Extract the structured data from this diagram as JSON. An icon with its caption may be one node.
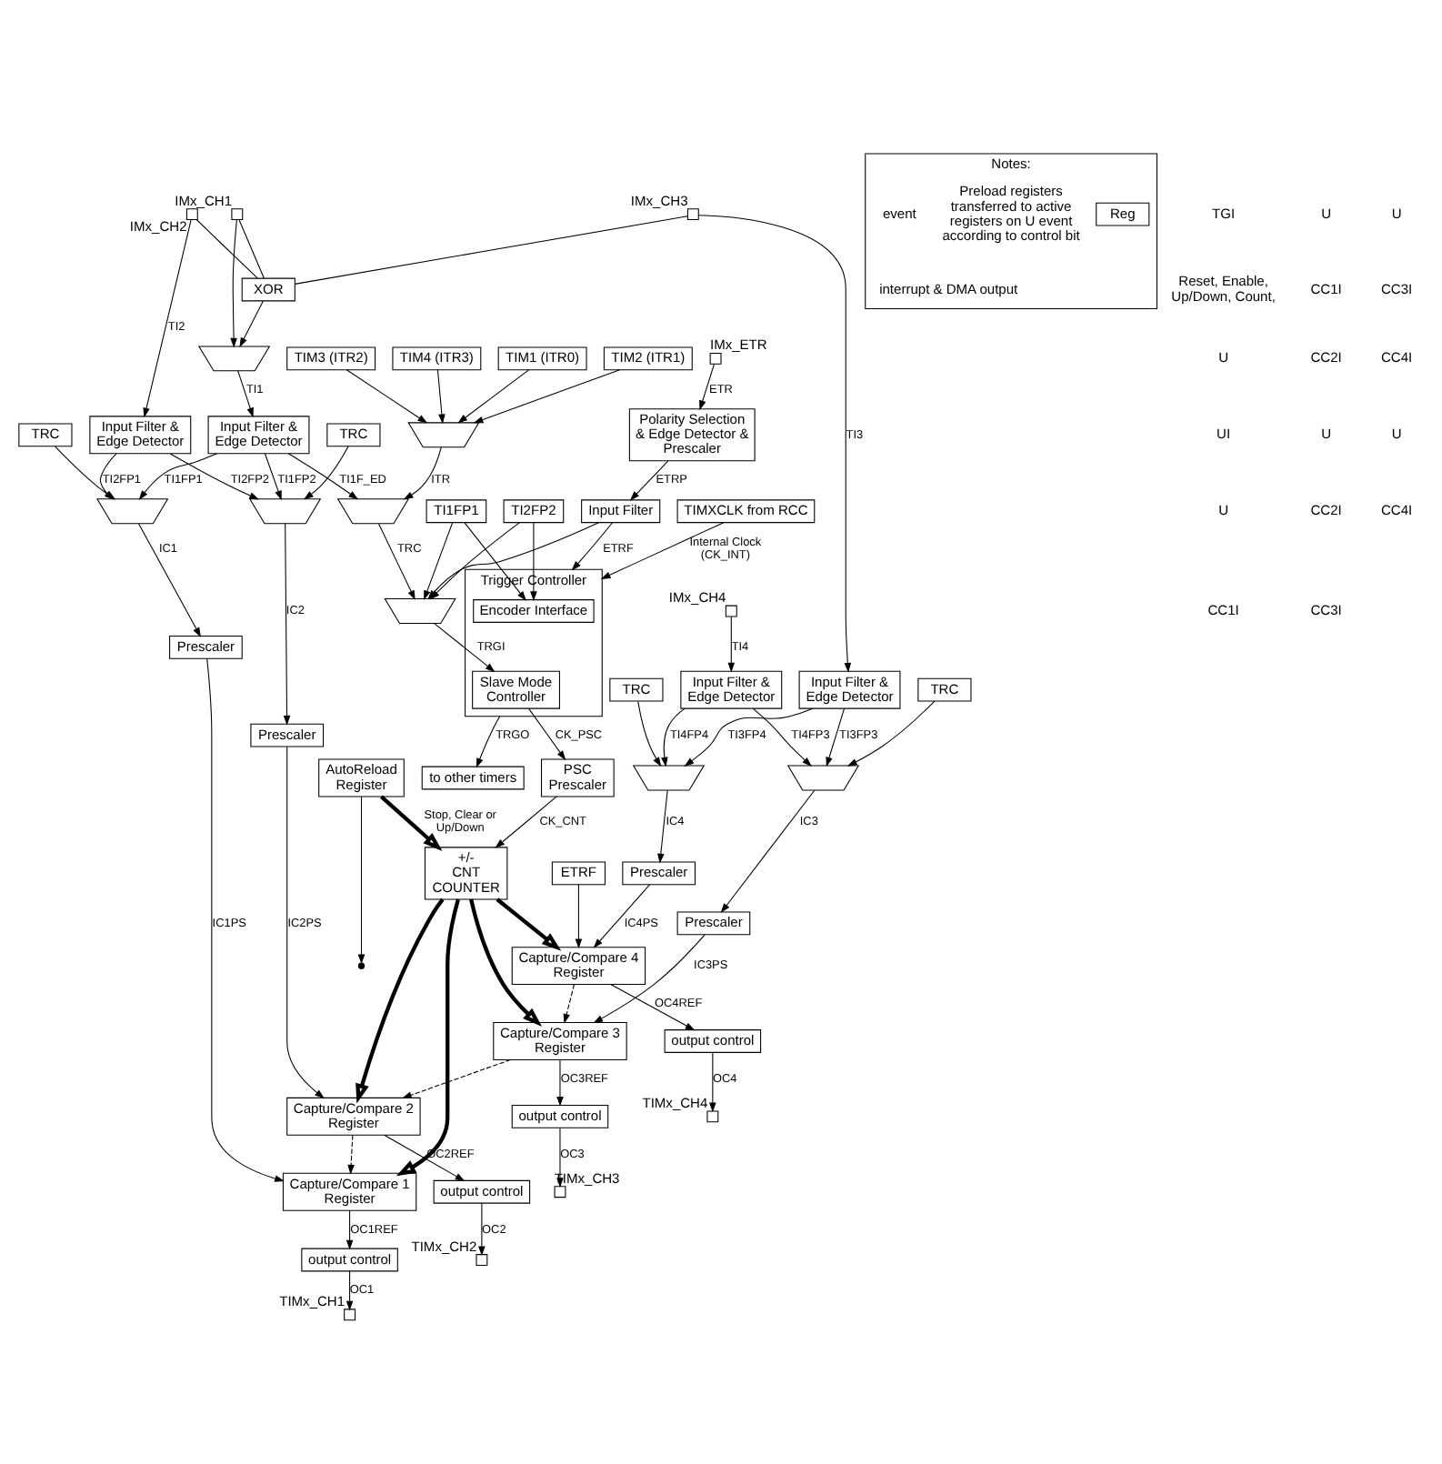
{
  "diagram": {
    "nodes": [
      {
        "text": [
          "TIMXCLK from RCC"
        ]
      },
      {
        "text": [],
        "shape": "box",
        "beside": [
          "IMx_ETR"
        ]
      },
      {
        "text": [
          "Polarity Selection & Edge Detector & Prescaler"
        ]
      },
      {
        "text": [
          "Input Filter"
        ]
      },
      {
        "text": [
          "TIM1 (ITR0)"
        ]
      },
      {
        "text": [
          "TIM2 (ITR1)"
        ]
      },
      {
        "text": [
          "TIM3 (ITR2)"
        ]
      },
      {
        "text": [
          "TIM4 (ITR3)"
        ]
      },
      {
        "text": [],
        "shape": "trapezoid"
      },
      {
        "text": [],
        "shape": "trapezoid"
      },
      {
        "text": [],
        "shape": "trapezoid"
      },
      {
        "text": [
          "Trigger Controller"
        ]
      },
      {
        "text": [
          "Slave Mode Controller"
        ],
        "in": 11
      },
      {
        "text": [
          "Encoder Interface"
        ],
        "in": 11
      },
      {
        "text": [
          "to other timers"
        ]
      },
      {
        "text": [
          "AutoReload Register"
        ]
      },
      {
        "text": [
          "PSC",
          "Prescaler"
        ]
      },
      {
        "text": [
          "+/-",
          "CNT",
          "COUNTER"
        ]
      },
      {
        "text": [
          "XOR"
        ]
      },
      {
        "text": [],
        "shape": "trapezoid"
      },
      {
        "text": [],
        "shape": "box",
        "beside": [
          "IMx_CH1"
        ]
      },
      {
        "text": [],
        "shape": "box",
        "beside": [
          "IMx_CH2"
        ]
      },
      {
        "text": [],
        "shape": "box",
        "beside": [
          "IMx_CH3"
        ]
      },
      {
        "text": [],
        "shape": "box",
        "beside": [
          "IMx_CH4"
        ]
      },
      {
        "text": [
          "Input Filter & Edge Detector"
        ]
      },
      {
        "text": [
          "Input Filter & Edge Detector"
        ]
      },
      {
        "text": [
          "Input Filter & Edge Detector"
        ]
      },
      {
        "text": [
          "Input Filter & Edge Detector"
        ]
      },
      {
        "text": [],
        "shape": "trapezoid"
      },
      {
        "text": [],
        "shape": "trapezoid"
      },
      {
        "text": [],
        "shape": "trapezoid"
      },
      {
        "text": [],
        "shape": "trapezoid"
      },
      {
        "text": [
          "Prescaler"
        ]
      },
      {
        "text": [
          "Prescaler"
        ]
      },
      {
        "text": [
          "Prescaler"
        ]
      },
      {
        "text": [
          "Prescaler"
        ]
      },
      {
        "text": [
          "Capture/Compare 1 Register"
        ]
      },
      {
        "text": [
          "Capture/Compare 2 Register"
        ]
      },
      {
        "text": [
          "Capture/Compare 3 Register"
        ]
      },
      {
        "text": [
          "Capture/Compare 4 Register"
        ]
      },
      {
        "text": [
          "output control"
        ]
      },
      {
        "text": [
          "output control"
        ]
      },
      {
        "text": [
          "output control"
        ]
      },
      {
        "text": [
          "output control"
        ]
      },
      {
        "text": [],
        "shape": "box",
        "beside": [
          "TIMx_CH1"
        ]
      },
      {
        "text": [],
        "shape": "box",
        "beside": [
          "TIMx_CH2"
        ]
      },
      {
        "text": [],
        "shape": "box",
        "beside": [
          "TIMx_CH3"
        ]
      },
      {
        "text": [],
        "shape": "box",
        "beside": [
          "TIMx_CH4"
        ]
      },
      {
        "text": [
          "Notes:"
        ]
      },
      {
        "text": [
          "Reg"
        ],
        "in": 48,
        "beside": [
          "Preload registers transferred to active registers on U event according to control bit"
        ]
      },
      {
        "text": [
          "TRC"
        ]
      },
      {
        "text": [
          "TRC"
        ]
      },
      {
        "text": [
          "TRC"
        ]
      },
      {
        "text": [
          "TRC"
        ]
      },
      {
        "text": [
          "TI1FP1"
        ]
      },
      {
        "text": [
          "TI2FP2"
        ]
      },
      {
        "text": [
          "ETRF"
        ]
      }
    ],
    "edges": [
      {
        "from": 0,
        "to": 11,
        "arrow": "to",
        "label": "Internal Clock (CK_INT)"
      },
      {
        "from": 1,
        "to": 2,
        "arrow": "to",
        "label": "ETR"
      },
      {
        "from": 2,
        "to": 3,
        "arrow": "to",
        "label": "ETRP"
      },
      {
        "from": 3,
        "to": 11,
        "arrow": "to",
        "label": "ETRF"
      },
      {
        "from": 3,
        "to": 10,
        "arrow": "to"
      },
      {
        "from": 4,
        "to": 8,
        "arrow": "to"
      },
      {
        "from": 5,
        "to": 8,
        "arrow": "to"
      },
      {
        "from": 6,
        "to": 8,
        "arrow": "to"
      },
      {
        "from": 7,
        "to": 8,
        "arrow": "to"
      },
      {
        "from": 8,
        "to": 9,
        "arrow": "to",
        "label": "ITR"
      },
      {
        "from": 24,
        "to": 9,
        "arrow": "to",
        "label": "TI1F_ED"
      },
      {
        "from": 9,
        "to": 10,
        "arrow": "to",
        "label": "TRC"
      },
      {
        "from": 10,
        "to": 12,
        "arrow": "to",
        "label": "TRGI"
      },
      {
        "from": 54,
        "to": 10,
        "arrow": "to"
      },
      {
        "from": 55,
        "to": 10,
        "arrow": "to"
      },
      {
        "from": 54,
        "to": 13,
        "arrow": "to"
      },
      {
        "from": 55,
        "to": 13,
        "arrow": "to"
      },
      {
        "from": 11,
        "to": 14,
        "arrow": "to",
        "label": "TRGO"
      },
      {
        "from": 12,
        "to": 16,
        "arrow": "to",
        "label": "CK_PSC"
      },
      {
        "from": 16,
        "to": 17,
        "arrow": "to",
        "label": "CK_CNT"
      },
      {
        "from": 15,
        "to": 17,
        "arrow": "to",
        "label": "Stop, Clear or Up/Down",
        "style": "thick"
      },
      {
        "from": 15,
        "to": null,
        "arrow": "to"
      },
      {
        "from": 17,
        "to": 36,
        "arrow": "to",
        "style": "thick"
      },
      {
        "from": 17,
        "to": 37,
        "arrow": "to",
        "style": "thick"
      },
      {
        "from": 17,
        "to": 38,
        "arrow": "to",
        "style": "thick"
      },
      {
        "from": 17,
        "to": 39,
        "arrow": "to",
        "style": "thick"
      },
      {
        "from": 37,
        "to": 36,
        "arrow": "to",
        "style": "dashed"
      },
      {
        "from": 38,
        "to": 37,
        "arrow": "to",
        "style": "dashed"
      },
      {
        "from": 39,
        "to": 38,
        "arrow": "to",
        "style": "dashed"
      },
      {
        "from": 56,
        "to": 39,
        "arrow": "to"
      },
      {
        "from": 20,
        "to": 18,
        "arrow": "none"
      },
      {
        "from": 21,
        "to": 18,
        "arrow": "none"
      },
      {
        "from": 22,
        "to": 18,
        "arrow": "none"
      },
      {
        "from": 18,
        "to": 19,
        "arrow": "to"
      },
      {
        "from": 20,
        "to": 19,
        "arrow": "to"
      },
      {
        "from": 19,
        "to": 24,
        "arrow": "to",
        "label": "TI1"
      },
      {
        "from": 21,
        "to": 25,
        "arrow": "to",
        "label": "TI2"
      },
      {
        "from": 22,
        "to": 26,
        "arrow": "to",
        "label": "TI3"
      },
      {
        "from": 23,
        "to": 27,
        "arrow": "to",
        "label": "TI4"
      },
      {
        "from": 24,
        "to": 28,
        "arrow": "to",
        "label": "TI1FP1"
      },
      {
        "from": 24,
        "to": 29,
        "arrow": "to",
        "label": "TI1FP2"
      },
      {
        "from": 25,
        "to": 28,
        "arrow": "to",
        "label": "TI2FP1"
      },
      {
        "from": 25,
        "to": 29,
        "arrow": "to",
        "label": "TI2FP2"
      },
      {
        "from": 50,
        "to": 28,
        "arrow": "to"
      },
      {
        "from": 51,
        "to": 29,
        "arrow": "to"
      },
      {
        "from": 26,
        "to": 30,
        "arrow": "to",
        "label": "TI3FP3"
      },
      {
        "from": 26,
        "to": 31,
        "arrow": "to",
        "label": "TI3FP4"
      },
      {
        "from": 27,
        "to": 30,
        "arrow": "to",
        "label": "TI4FP3"
      },
      {
        "from": 27,
        "to": 31,
        "arrow": "to",
        "label": "TI4FP4"
      },
      {
        "from": 52,
        "to": 30,
        "arrow": "to"
      },
      {
        "from": 53,
        "to": 31,
        "arrow": "to"
      },
      {
        "from": 28,
        "to": 32,
        "arrow": "to",
        "label": "IC1"
      },
      {
        "from": 29,
        "to": 33,
        "arrow": "to",
        "label": "IC2"
      },
      {
        "from": 30,
        "to": 34,
        "arrow": "to",
        "label": "IC3"
      },
      {
        "from": 31,
        "to": 35,
        "arrow": "to",
        "label": "IC4"
      },
      {
        "from": 32,
        "to": 36,
        "arrow": "to",
        "label": "IC1PS"
      },
      {
        "from": 33,
        "to": 37,
        "arrow": "to",
        "label": "IC2PS"
      },
      {
        "from": 34,
        "to": 38,
        "arrow": "to",
        "label": "IC3PS"
      },
      {
        "from": 35,
        "to": 39,
        "arrow": "to",
        "label": "IC4PS"
      },
      {
        "from": 36,
        "to": 40,
        "arrow": "to",
        "label": "OC1REF"
      },
      {
        "from": 37,
        "to": 41,
        "arrow": "to",
        "label": "OC2REF"
      },
      {
        "from": 38,
        "to": 42,
        "arrow": "to",
        "label": "OC3REF"
      },
      {
        "from": 39,
        "to": 43,
        "arrow": "to",
        "label": "OC4REF"
      },
      {
        "from": 40,
        "to": 44,
        "arrow": "to",
        "label": "OC1"
      },
      {
        "from": 41,
        "to": 45,
        "arrow": "to",
        "label": "OC2"
      },
      {
        "from": 42,
        "to": 46,
        "arrow": "to",
        "label": "OC3"
      },
      {
        "from": 43,
        "to": 47,
        "arrow": "to",
        "label": "OC4"
      }
    ],
    "labels": [
      "TGI",
      "Reset, Enable, Up/Down, Count,",
      "U",
      "UI",
      "U",
      "CC1I",
      "U",
      "CC1I",
      "CC2I",
      "U",
      "CC2I",
      "CC3I",
      "U",
      "CC3I",
      "CC4I",
      "U",
      "CC4I"
    ],
    "legend": [
      {
        "text": "event"
      },
      {
        "text": "interrupt & DMA output"
      }
    ]
  }
}
